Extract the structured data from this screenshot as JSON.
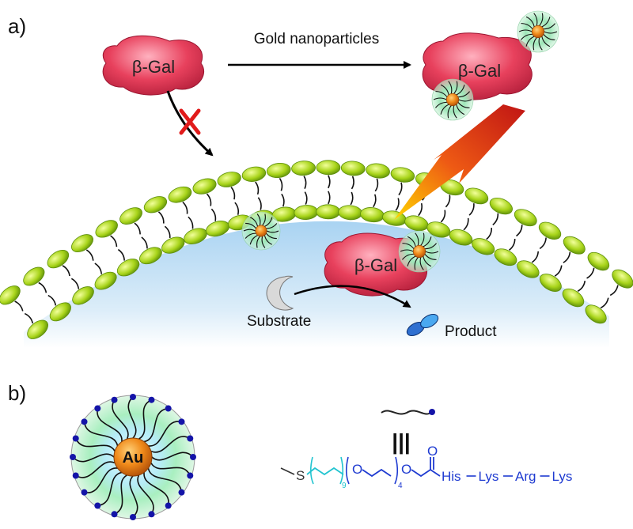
{
  "panels": {
    "a": "a)",
    "b": "b)"
  },
  "labels": {
    "enzyme": "β-Gal",
    "arrow": "Gold nanoparticles",
    "substrate": "Substrate",
    "product": "Product",
    "core": "Au"
  },
  "chem": {
    "s": "S",
    "o1": "O",
    "o2": "O",
    "o3": "O",
    "n9": "9",
    "n4": "4",
    "chain": [
      "His",
      "Lys",
      "Arg",
      "Lys"
    ],
    "equiv": "|||"
  },
  "colors": {
    "enzyme": "#e8415d",
    "gold": "#f08a1a",
    "lipid_head": "#a8d41a",
    "cytosol": "#cfe6f7",
    "inhibit": "#e11b1b",
    "alkyl": "#22c4d0",
    "peg_peptide": "#1f3bd1",
    "ligand_end": "#1414a8"
  }
}
